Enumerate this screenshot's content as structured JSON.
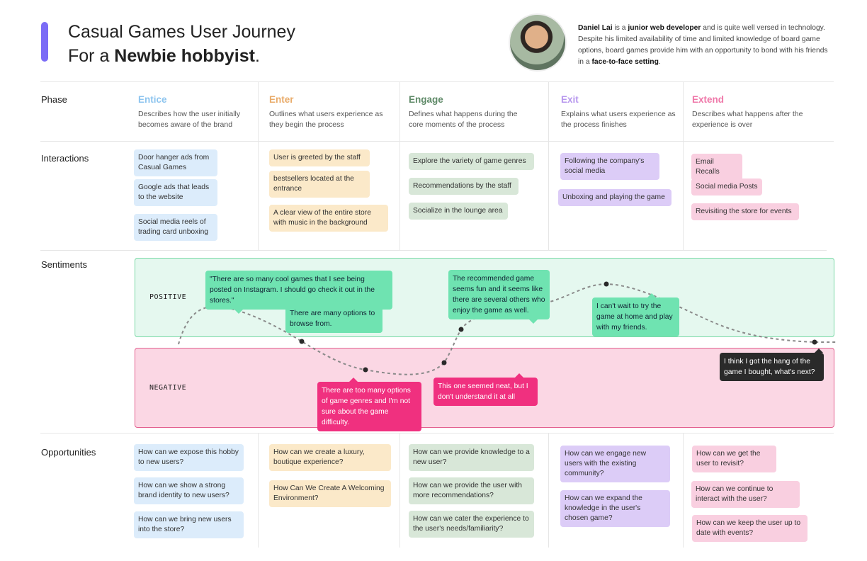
{
  "header": {
    "title_line1": "Casual Games User Journey",
    "title_prefix": "For a ",
    "title_bold": "Newbie hobbyist",
    "title_suffix": ".",
    "persona_name": "Daniel Lai",
    "persona_t1": " is a ",
    "persona_role": "junior web developer",
    "persona_t2": " and is quite well versed in technology. Despite his limited availability of time and limited knowledge of board game options, board games provide him with an opportunity to bond with his friends in a ",
    "persona_setting": "face-to-face setting",
    "persona_t3": "."
  },
  "rows": {
    "phase": "Phase",
    "interactions": "Interactions",
    "sentiments": "Sentiments",
    "opportunities": "Opportunities"
  },
  "phases": [
    {
      "name": "Entice",
      "color": "#8ec5ef",
      "desc": "Describes how the user initially becomes aware of the brand"
    },
    {
      "name": "Enter",
      "color": "#e9ac6b",
      "desc": "Outlines what users experience as they begin the process"
    },
    {
      "name": "Engage",
      "color": "#5f8a68",
      "desc": "Defines what happens during the core moments of the process"
    },
    {
      "name": "Exit",
      "color": "#b797ee",
      "desc": "Explains what users experience as the process finishes"
    },
    {
      "name": "Extend",
      "color": "#ef78a9",
      "desc": "Describes what happens after the experience is over"
    }
  ],
  "interactions": {
    "entice": [
      "Door hanger ads from Casual Games",
      "Google ads that leads to the website",
      "Social media reels of trading card unboxing"
    ],
    "enter": [
      "User is greeted by the staff",
      "bestsellers located at the entrance",
      "A clear view of the entire store with music in the background"
    ],
    "engage": [
      "Explore the variety of game genres",
      "Recommendations by the staff",
      "Socialize in the lounge area"
    ],
    "exit": [
      "Following the company's social media",
      "Unboxing and playing the game"
    ],
    "extend": [
      "Email Recalls",
      "Social media Posts",
      "Revisiting the store for events"
    ]
  },
  "sentiments": {
    "positive_label": "POSITIVE",
    "negative_label": "NEGATIVE",
    "quotes": [
      "\"There are so many cool games that I see being posted on Instagram. I should go check it out in the stores.\"",
      "There are many options to browse from.",
      "There are too many options of game genres and I'm not sure about the game difficulty.",
      "This one seemed neat, but I don't understand it at all",
      "The recommended game seems fun and it seems like there are several others who enjoy the game as well.",
      "I can't wait to try the game at home and play with my friends.",
      "I think I got the hang of the game I bought, what's next?"
    ]
  },
  "opportunities": {
    "entice": [
      "How can we expose this hobby to new users?",
      "How can we show a strong brand identity to new users?",
      "How can we bring new users into the store?"
    ],
    "enter": [
      "How can we create a luxury, boutique experience?",
      "How Can We Create A Welcoming Environment?"
    ],
    "engage": [
      "How can we provide knowledge to a new user?",
      "How can we provide the user with more recommendations?",
      "How can we cater the experience to the user's needs/familiarity?"
    ],
    "exit": [
      "How can we engage new users with the existing community?",
      "How can we expand the knowledge in the user's chosen game?"
    ],
    "extend": [
      "How can we get the user to revisit?",
      "How can we continue to interact with the user?",
      "How can we keep the user up to date with events?"
    ]
  }
}
